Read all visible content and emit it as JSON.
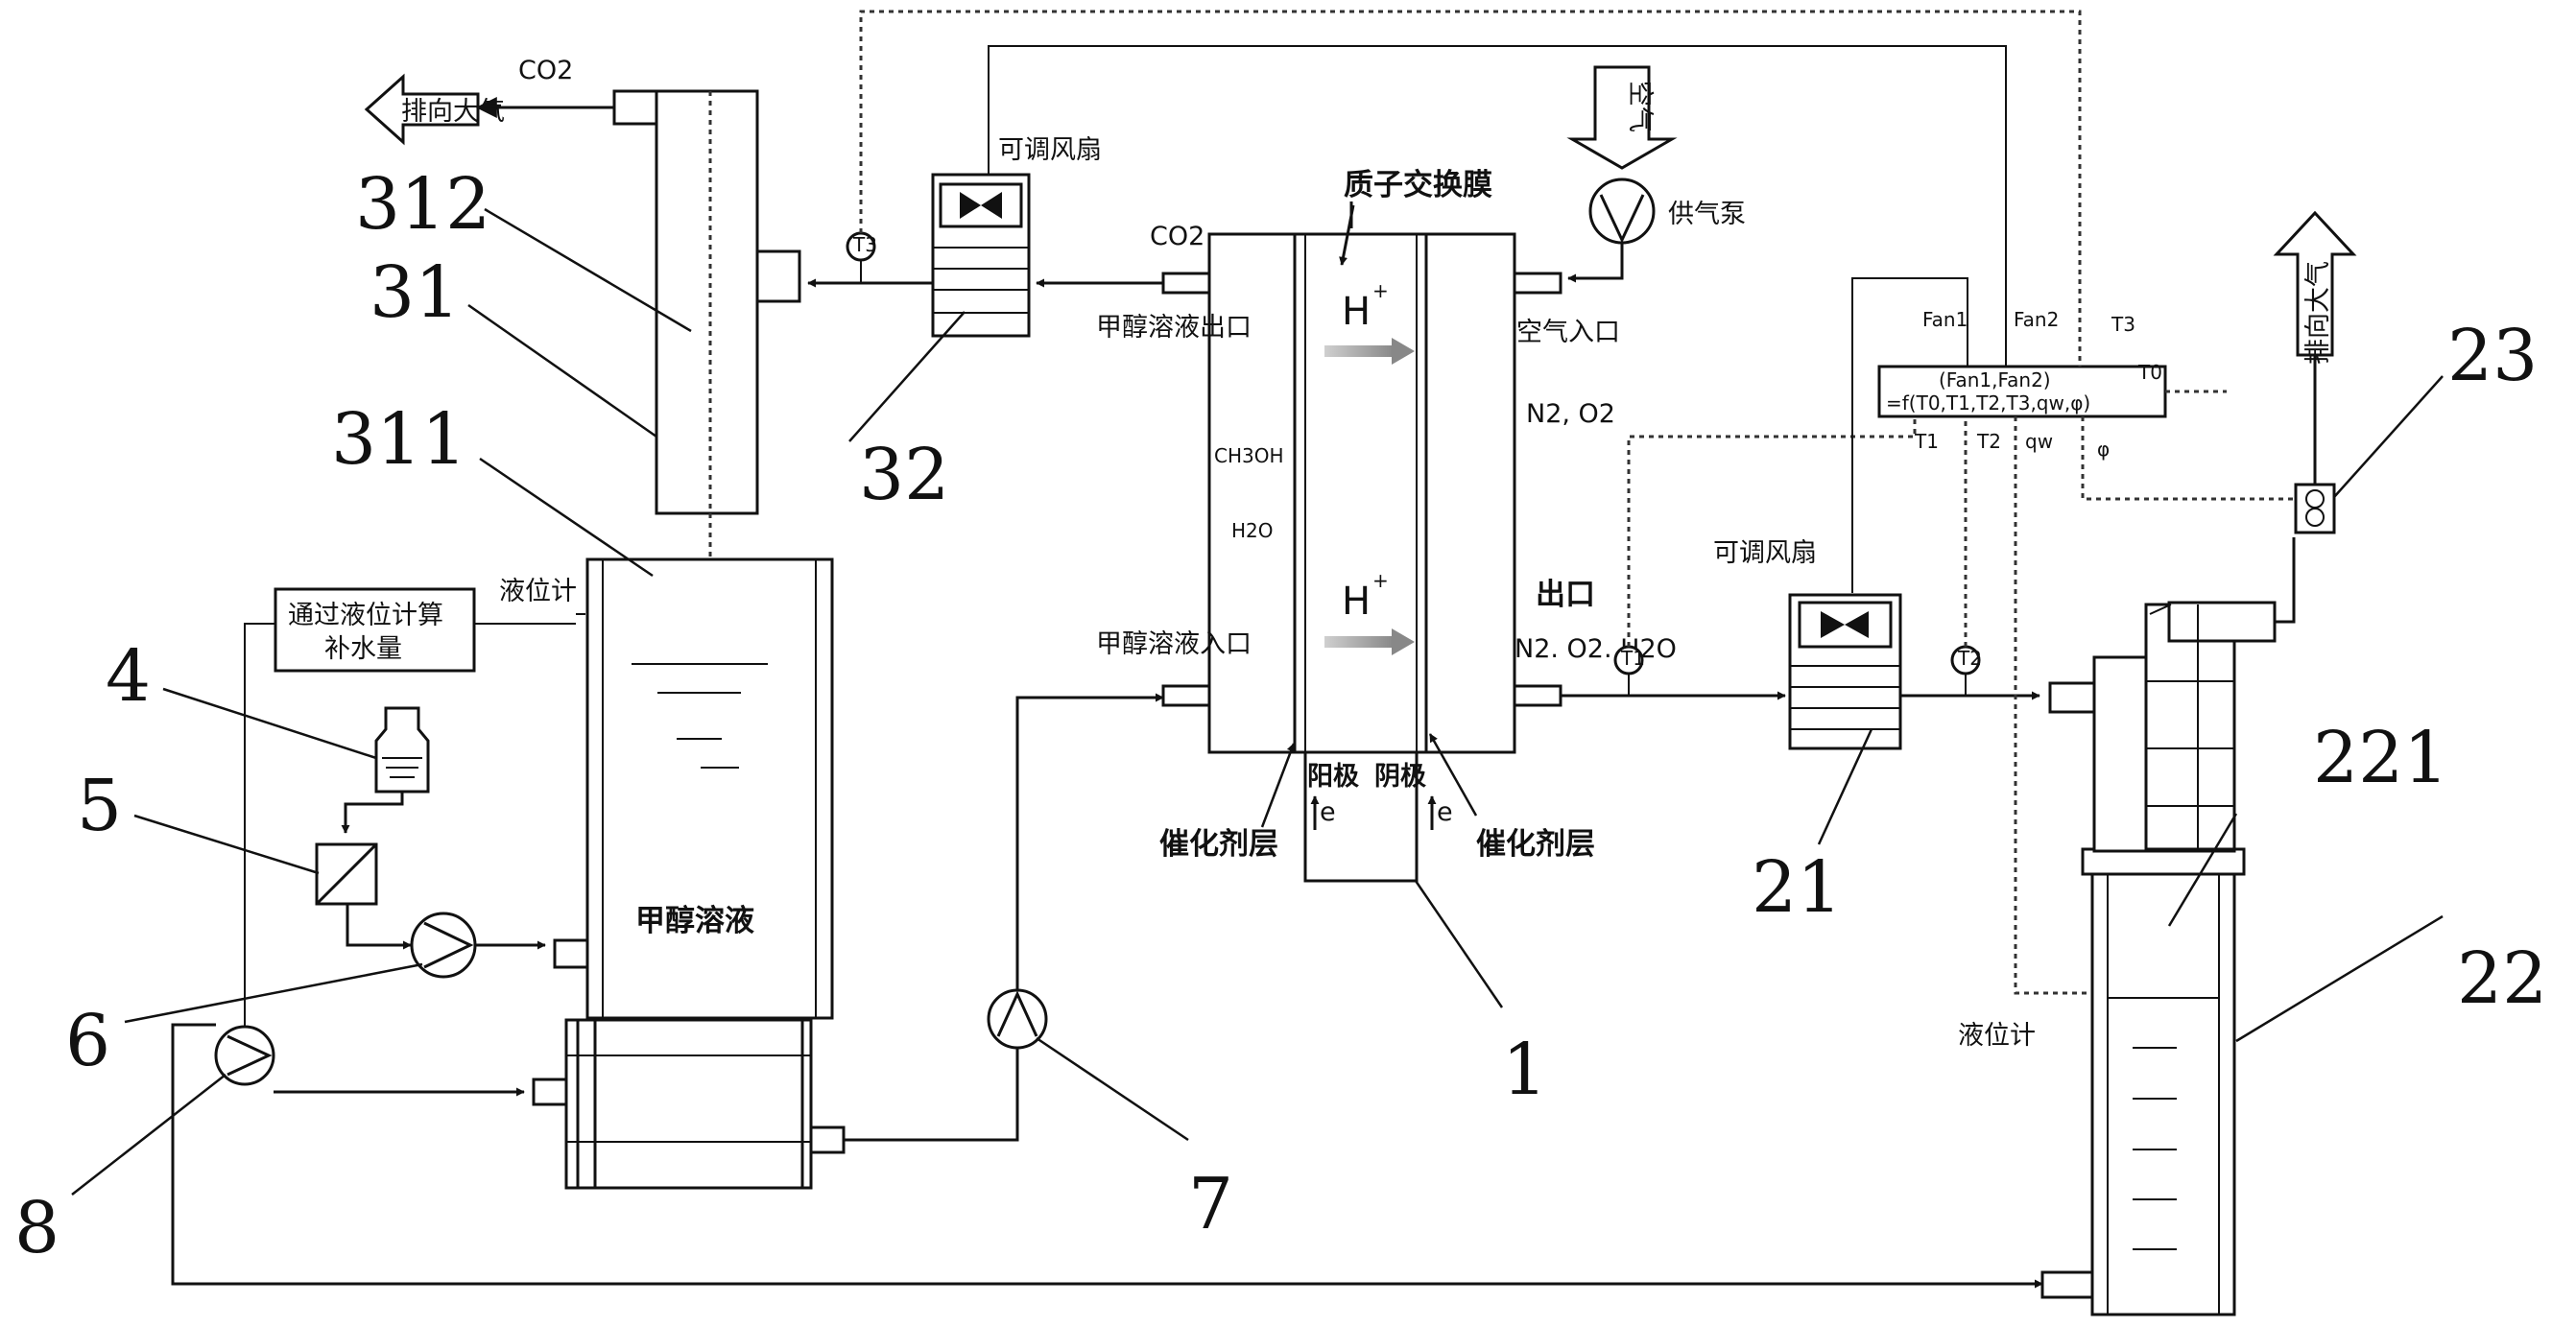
{
  "labels": {
    "co2_top": "CO2",
    "exhaust_left": "排向大气",
    "fan_adjustable_1": "可调风扇",
    "co2_outlet": "CO2",
    "methanol_outlet": "甲醇溶液出口",
    "methanol_inlet": "甲醇溶液入口",
    "pem": "质子交换膜",
    "h_plus": "H",
    "ch3oh": "CH3OH",
    "h2o": "H2O",
    "anode": "阳极",
    "cathode": "阴极",
    "electron": "e",
    "catalyst_left": "催化剂层",
    "catalyst_right": "催化剂层",
    "air": "空气",
    "supply_pump": "供气泵",
    "air_inlet": "空气入口",
    "n2o2": "N2, O2",
    "outlet": "出口",
    "n2o2h2o": "N2. O2. H2O",
    "fan_adjustable_2": "可调风扇",
    "exhaust_right": "排向大气",
    "level_gauge_left": "液位计",
    "level_gauge_right": "液位计",
    "water_calc_line1": "通过液位计算",
    "water_calc_line2": "补水量",
    "methanol_solution": "甲醇溶液",
    "fan1": "Fan1",
    "fan2": "Fan2",
    "t0": "T0",
    "t1": "T1",
    "t2": "T2",
    "t3": "T3",
    "qw": "qw",
    "phi": "φ",
    "formula_line1": "(Fan1,Fan2)",
    "formula_line2": "=f(T0,T1,T2,T3,qw,φ)"
  },
  "numbers": {
    "n1": "1",
    "n4": "4",
    "n5": "5",
    "n6": "6",
    "n7": "7",
    "n8": "8",
    "n21": "21",
    "n22": "22",
    "n23": "23",
    "n31": "31",
    "n32": "32",
    "n221": "221",
    "n311": "311",
    "n312": "312"
  }
}
